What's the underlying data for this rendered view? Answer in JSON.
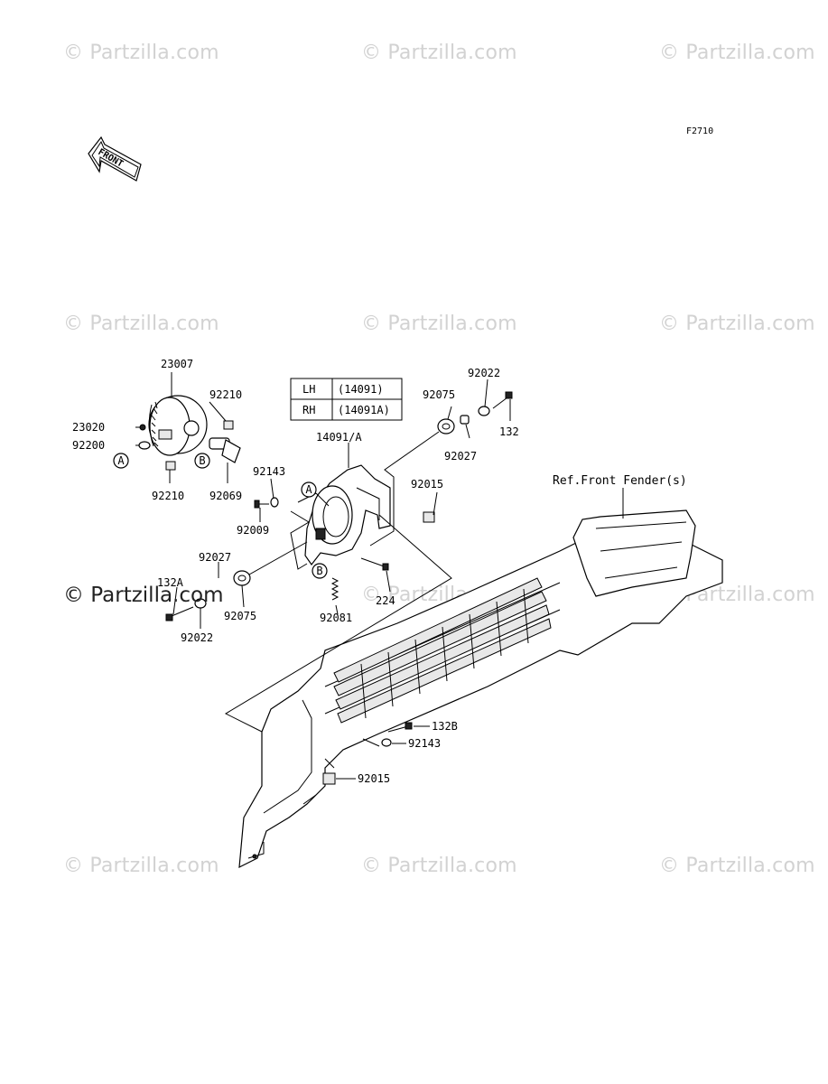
{
  "figure_code": "F2710",
  "front_arrow_text": "FRONT",
  "watermark": "© Partzilla.com",
  "reference_label": "Ref.Front Fender(s)",
  "callouts": {
    "a": "A",
    "b": "B"
  },
  "variant_table": [
    {
      "side": "LH",
      "part": "(14091)"
    },
    {
      "side": "RH",
      "part": "(14091A)"
    }
  ],
  "part_labels": {
    "p23007": "23007",
    "p23020": "23020",
    "p92200": "92200",
    "p92210_top": "92210",
    "p92210_bottom": "92210",
    "p92069": "92069",
    "p92143_left": "92143",
    "p92009": "92009",
    "p14091a": "14091/A",
    "p92015_right": "92015",
    "p92022_top": "92022",
    "p92075_top": "92075",
    "p132": "132",
    "p92027_top": "92027",
    "p92027_left": "92027",
    "p132a": "132A",
    "p92075_left": "92075",
    "p92022_left": "92022",
    "p224": "224",
    "p92081": "92081",
    "p132b": "132B",
    "p92143_bottom": "92143",
    "p92015_bottom": "92015"
  }
}
